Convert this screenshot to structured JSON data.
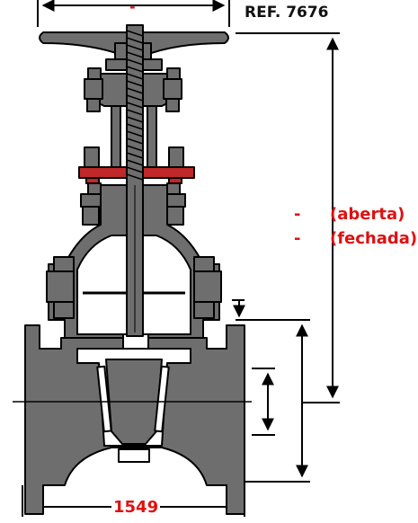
{
  "labels": {
    "top_dim": "-",
    "ref": "REF. 7676",
    "height_dash_1": "-",
    "open_text": "(aberta)",
    "height_dash_2": "-",
    "closed_text": "(fechada)",
    "bottom_dim": "1549"
  },
  "colors": {
    "body": "#6e6e6e",
    "outline": "#000000",
    "accent": "#c0282a",
    "text_red": "#e01010"
  }
}
